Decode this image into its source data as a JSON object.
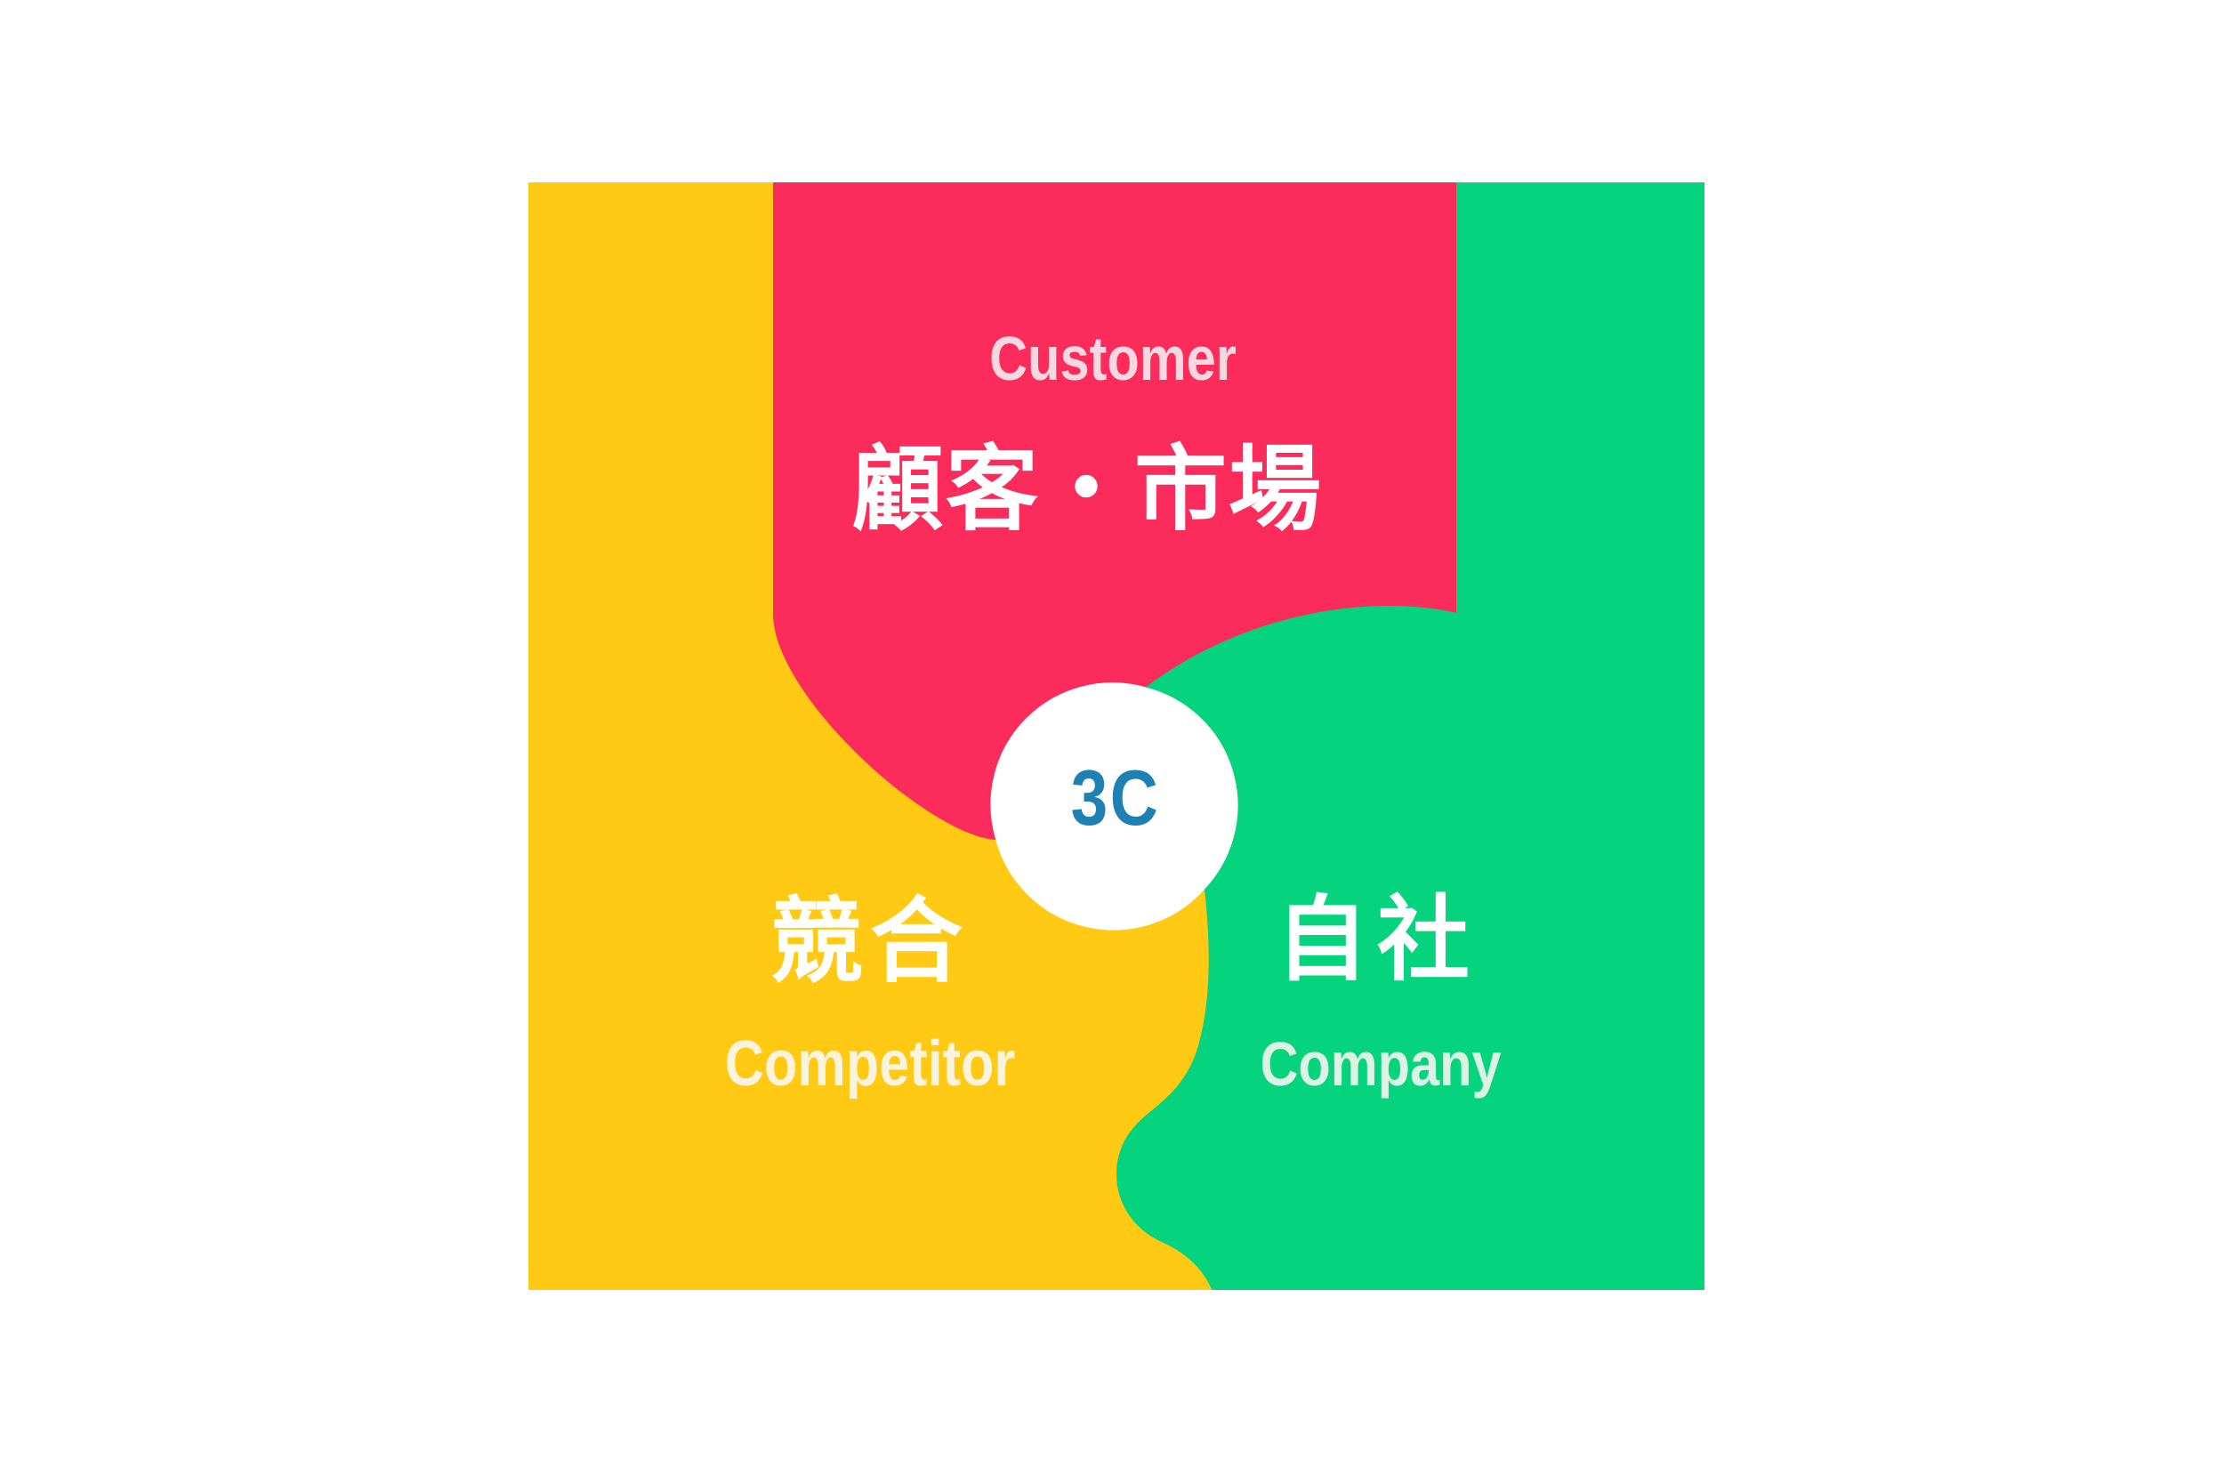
{
  "diagram": {
    "background": "#FFFFFF",
    "center": {
      "label": "3C",
      "text_color": "#1F80B3",
      "circle_color": "#FFFFFF"
    },
    "regions": {
      "customer": {
        "label_en": "Customer",
        "label_ja": "顧客・市場",
        "fill": "#FB2C5C",
        "en_text_color": "#F8D8E0",
        "ja_text_color": "#FFFFFF"
      },
      "competitor": {
        "label_en": "Competitor",
        "label_ja": "競合",
        "fill": "#FFC914",
        "en_text_color": "#FAF3DE",
        "ja_text_color": "#FFFFFF"
      },
      "company": {
        "label_en": "Company",
        "label_ja": "自社",
        "fill": "#05D37D",
        "en_text_color": "#DCF2E4",
        "ja_text_color": "#FFFFFF"
      }
    }
  }
}
